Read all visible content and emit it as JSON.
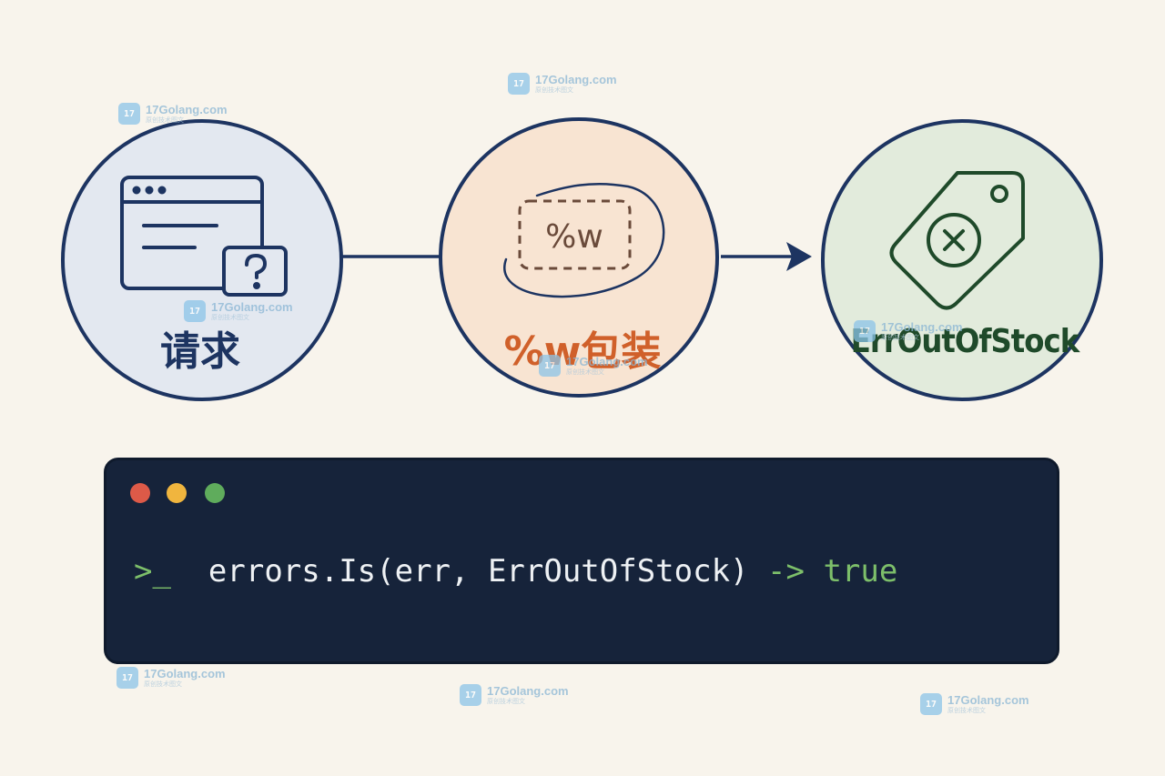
{
  "nodes": {
    "request": {
      "label": "请求",
      "icon": "browser-window-question-icon",
      "fill": "#e3e8f0",
      "stroke": "#1d3461"
    },
    "wrap": {
      "label": "%w包装",
      "badge": "%w",
      "icon": "dashed-wrap-box-icon",
      "fill": "#f8e4d2",
      "stroke": "#1d3461",
      "accent": "#d0602a"
    },
    "target": {
      "label": "ErrOutOfStock",
      "icon": "tag-x-icon",
      "fill": "#e2ebdc",
      "stroke": "#1d3461",
      "accent": "#1f4a2a"
    }
  },
  "terminal": {
    "prompt": ">_",
    "code": "errors.Is(err, ErrOutOfStock)",
    "operator": "->",
    "result": "true",
    "colors": {
      "background": "#16233a",
      "prompt": "#7dbf6a",
      "text": "#eef1f4"
    }
  },
  "watermark": {
    "logo": "17",
    "domain": "17Golang.com",
    "subtitle": "原创技术图文"
  }
}
